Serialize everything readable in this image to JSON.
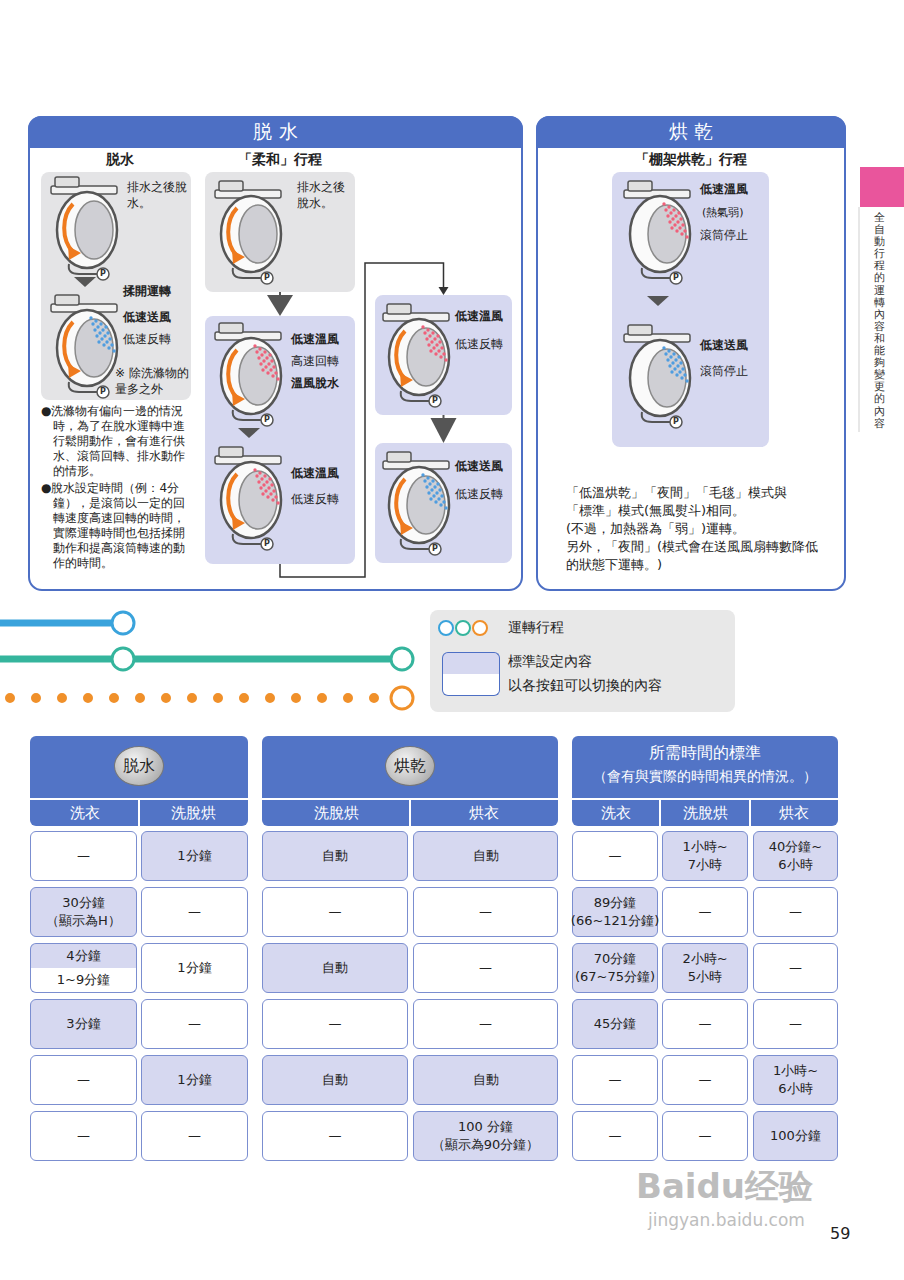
{
  "diagram": {
    "nodes": [
      {
        "text": [
          "脱 水"
        ]
      },
      {
        "text": [
          "脱水",
          "排水之後脫水。",
          "揉開運轉",
          "低速送風",
          "低速反轉",
          "※ 除洗滌物的量多之外"
        ],
        "in": 0
      },
      {
        "text": [
          "「柔和」行程",
          "排水之後脫水。"
        ],
        "in": 0
      },
      {
        "text": [
          "低速溫風",
          "高速回轉",
          "溫風脫水",
          "低速溫風",
          "低速反轉"
        ],
        "in": 0
      },
      {
        "text": [
          "低速溫風",
          "低速反轉"
        ],
        "in": 0
      },
      {
        "text": [
          "低速送風",
          "低速反轉"
        ],
        "in": 0
      },
      {
        "text": [
          "烘 乾"
        ]
      },
      {
        "text": [
          "「棚架烘乾」行程",
          "低速溫風",
          "(熱氣弱)",
          "滾筒停止",
          "低速送風",
          "滾筒停止"
        ],
        "in": 6
      }
    ],
    "edges": [
      {
        "from": 2,
        "to": 3,
        "arrow": "to"
      },
      {
        "from": 3,
        "to": 4,
        "arrow": "to"
      },
      {
        "from": 4,
        "to": 5,
        "arrow": "to"
      }
    ],
    "labels": [
      "●洗滌物有偏向一邊的情況時，為了在脫水運轉中進行鬆開動作，會有進行供水、滾筒回轉、排水動作的情形。",
      "●脫水設定時間（例：4分鐘），是滾筒以一定的回轉速度高速回轉的時間，實際運轉時間也包括揉開動作和提高滾筒轉速的動作的時間。",
      "「低溫烘乾」「夜間」「毛毯」模式與「標準」模式(無風熨斗)相同。",
      "(不過，加熱器為「弱」)運轉。",
      "另外，「夜間」(模式會在送風風扇轉數降低的狀態下運轉。)",
      "全自動行程的運轉內容和能夠變更的內容",
      "脱水",
      "烘乾",
      "所需時間的標準",
      "（會有與實際的時間相異的情況。）",
      "洗衣",
      "洗脫烘",
      "洗脫烘",
      "烘衣",
      "洗衣",
      "洗脫烘",
      "烘衣",
      "—",
      "1分鐘",
      "自動",
      "自動",
      "—",
      "1小時~ 7小時",
      "40分鐘~ 6小時",
      "30分鐘 （顯示為H）",
      "—",
      "—",
      "—",
      "89分鐘 (66~121分鐘)",
      "—",
      "—",
      "4分鐘",
      "1~9分鐘",
      "1分鐘",
      "自動",
      "—",
      "70分鐘 (67~75分鐘)",
      "2小時~ 5小時",
      "—",
      "3分鐘",
      "—",
      "—",
      "—",
      "45分鐘",
      "—",
      "—",
      "—",
      "1分鐘",
      "自動",
      "自動",
      "—",
      "—",
      "1小時~ 6小時",
      "—",
      "—",
      "—",
      "100 分鐘 （顯示為90分鐘）",
      "—",
      "—",
      "100分鐘",
      "59",
      "Baidu经验",
      "jingyan.baidu.com",
      "P",
      "P",
      "P",
      "P",
      "P",
      "P",
      "P",
      "P",
      "P"
    ],
    "legend": [
      {
        "text": "運轉行程"
      },
      {
        "text": "標準設定內容",
        "color": "#d6d8f0"
      },
      {
        "text": "以各按鈕可以切換的內容",
        "color": "#ffffff"
      }
    ]
  }
}
